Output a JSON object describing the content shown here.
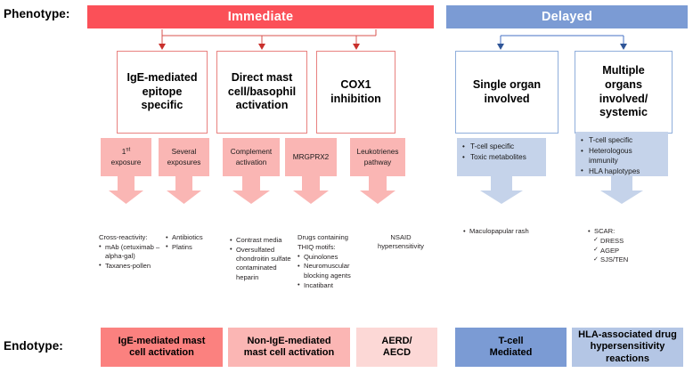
{
  "meta": {
    "colors": {
      "immediate_bar": "#FB5058",
      "delayed_bar": "#7B9BD4",
      "red_box_border": "#E8817F",
      "blue_box_border": "#8FAEDB",
      "red_mech_fill": "#FAB6B4",
      "blue_mech_fill": "#C5D3EA",
      "endo_ige": "#FB817F",
      "endo_nonige": "#FBB6B4",
      "endo_aerd": "#FCD8D6",
      "endo_tcell": "#7B9BD4",
      "endo_hla": "#B4C6E5"
    }
  },
  "rows": {
    "phenotype_label": "Phenotype:",
    "endotype_label": "Endotype:"
  },
  "headers": {
    "immediate": "Immediate",
    "delayed": "Delayed"
  },
  "phenotype_boxes": [
    {
      "id": "ige",
      "line1": "IgE-mediated",
      "line2": "epitope",
      "line3": "specific"
    },
    {
      "id": "mast",
      "line1": "Direct mast",
      "line2": "cell/basophil",
      "line3": "activation"
    },
    {
      "id": "cox1",
      "line1": "COX1",
      "line2": "inhibition",
      "line3": ""
    },
    {
      "id": "single",
      "line1": "Single organ",
      "line2": "involved",
      "line3": ""
    },
    {
      "id": "multiple",
      "line1": "Multiple",
      "line2": "organs",
      "line3": "involved/",
      "line4": "systemic"
    }
  ],
  "mechanisms": {
    "first_exposure": {
      "pre": "1",
      "sup": "st",
      "post": "exposure"
    },
    "several_exposures": {
      "line1": "Several",
      "line2": "exposures"
    },
    "complement": {
      "line1": "Complement",
      "line2": "activation"
    },
    "mrgprx2": {
      "line1": "MRGPRX2"
    },
    "leukotrienes": {
      "line1": "Leukotrienes",
      "line2": "pathway"
    },
    "single_organ_bullets": [
      "T-cell specific",
      "Toxic metabolites"
    ],
    "multiple_organ_bullets": [
      "T-cell specific",
      "Heterologous immunity",
      "HLA haplotypes"
    ]
  },
  "examples": {
    "cross_reactivity": {
      "heading": "Cross-reactivity:",
      "items": [
        "mAb (cetuximab – alpha-gal)",
        "Taxanes-pollen"
      ]
    },
    "antibiotics": {
      "items": [
        "Antibiotics",
        "Platins"
      ]
    },
    "contrast": {
      "items": [
        "Contrast media",
        "Oversulfated chondroitin sulfate contaminated heparin"
      ]
    },
    "thiq": {
      "heading1": "Drugs containing",
      "heading2": "THIQ motifs:",
      "items": [
        "Quinolones",
        "Neuromuscular blocking agents",
        "Incatibant"
      ]
    },
    "nsaid": {
      "line1": "NSAID",
      "line2": "hypersensitivity"
    },
    "maculopapular": {
      "items": [
        "Maculopapular rash"
      ]
    },
    "scar": {
      "heading": "SCAR:",
      "items": [
        "DRESS",
        "AGEP",
        "SJS/TEN"
      ]
    }
  },
  "endotypes": [
    {
      "id": "ige",
      "line1": "IgE-mediated mast",
      "line2": "cell activation"
    },
    {
      "id": "nonige",
      "line1": "Non-IgE-mediated",
      "line2": "mast cell activation"
    },
    {
      "id": "aerd",
      "line1": "AERD/",
      "line2": "AECD"
    },
    {
      "id": "tcell",
      "line1": "T-cell",
      "line2": "Mediated"
    },
    {
      "id": "hla",
      "line1": "HLA-associated drug",
      "line2": "hypersensitivity",
      "line3": "reactions"
    }
  ]
}
